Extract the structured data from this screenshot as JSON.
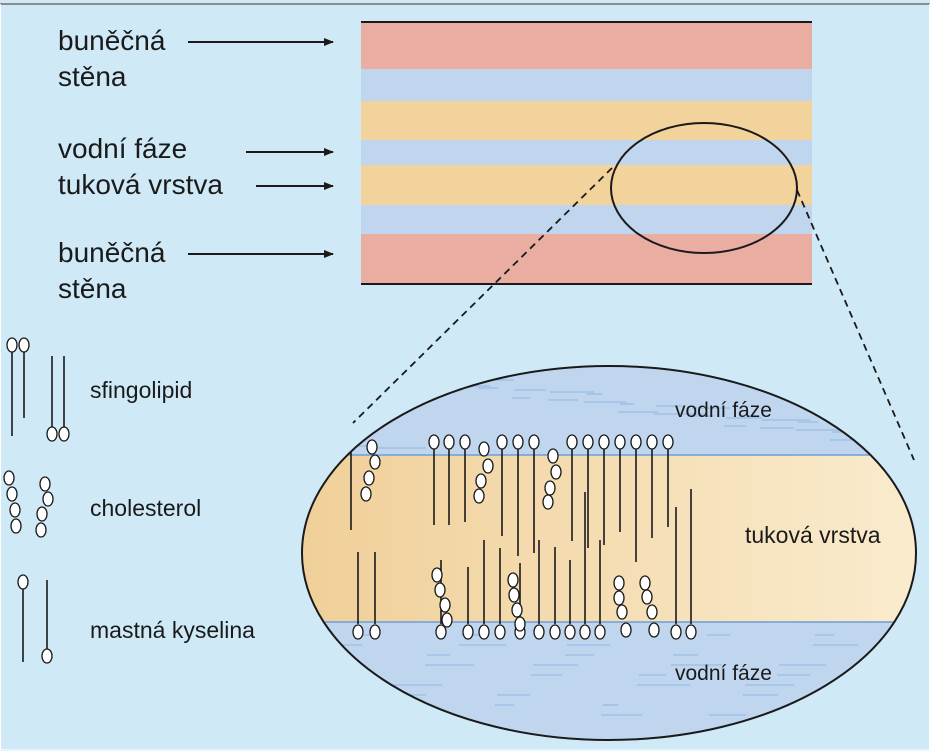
{
  "colors": {
    "background": "#cfe9f7",
    "cell_wall": "#e9ada2",
    "water": "#c0d6ef",
    "lipid": "#f3d39c",
    "lipid_light": "#f8e3bf",
    "ink": "#1a1a1a"
  },
  "top_diagram": {
    "labels": {
      "cell_wall_top_1": "buněčná",
      "cell_wall_top_2": "stěna",
      "water_phase": "vodní fáze",
      "lipid_layer": "tuková vrstva",
      "cell_wall_bottom_1": "buněčná",
      "cell_wall_bottom_2": "stěna"
    }
  },
  "legend": {
    "sphingolipid": "sfingolipid",
    "cholesterol": "cholesterol",
    "fatty_acid": "mastná kyselina"
  },
  "zoom": {
    "water_top": "vodní fáze",
    "lipid": "tuková vrstva",
    "water_bottom": "vodní fáze"
  }
}
